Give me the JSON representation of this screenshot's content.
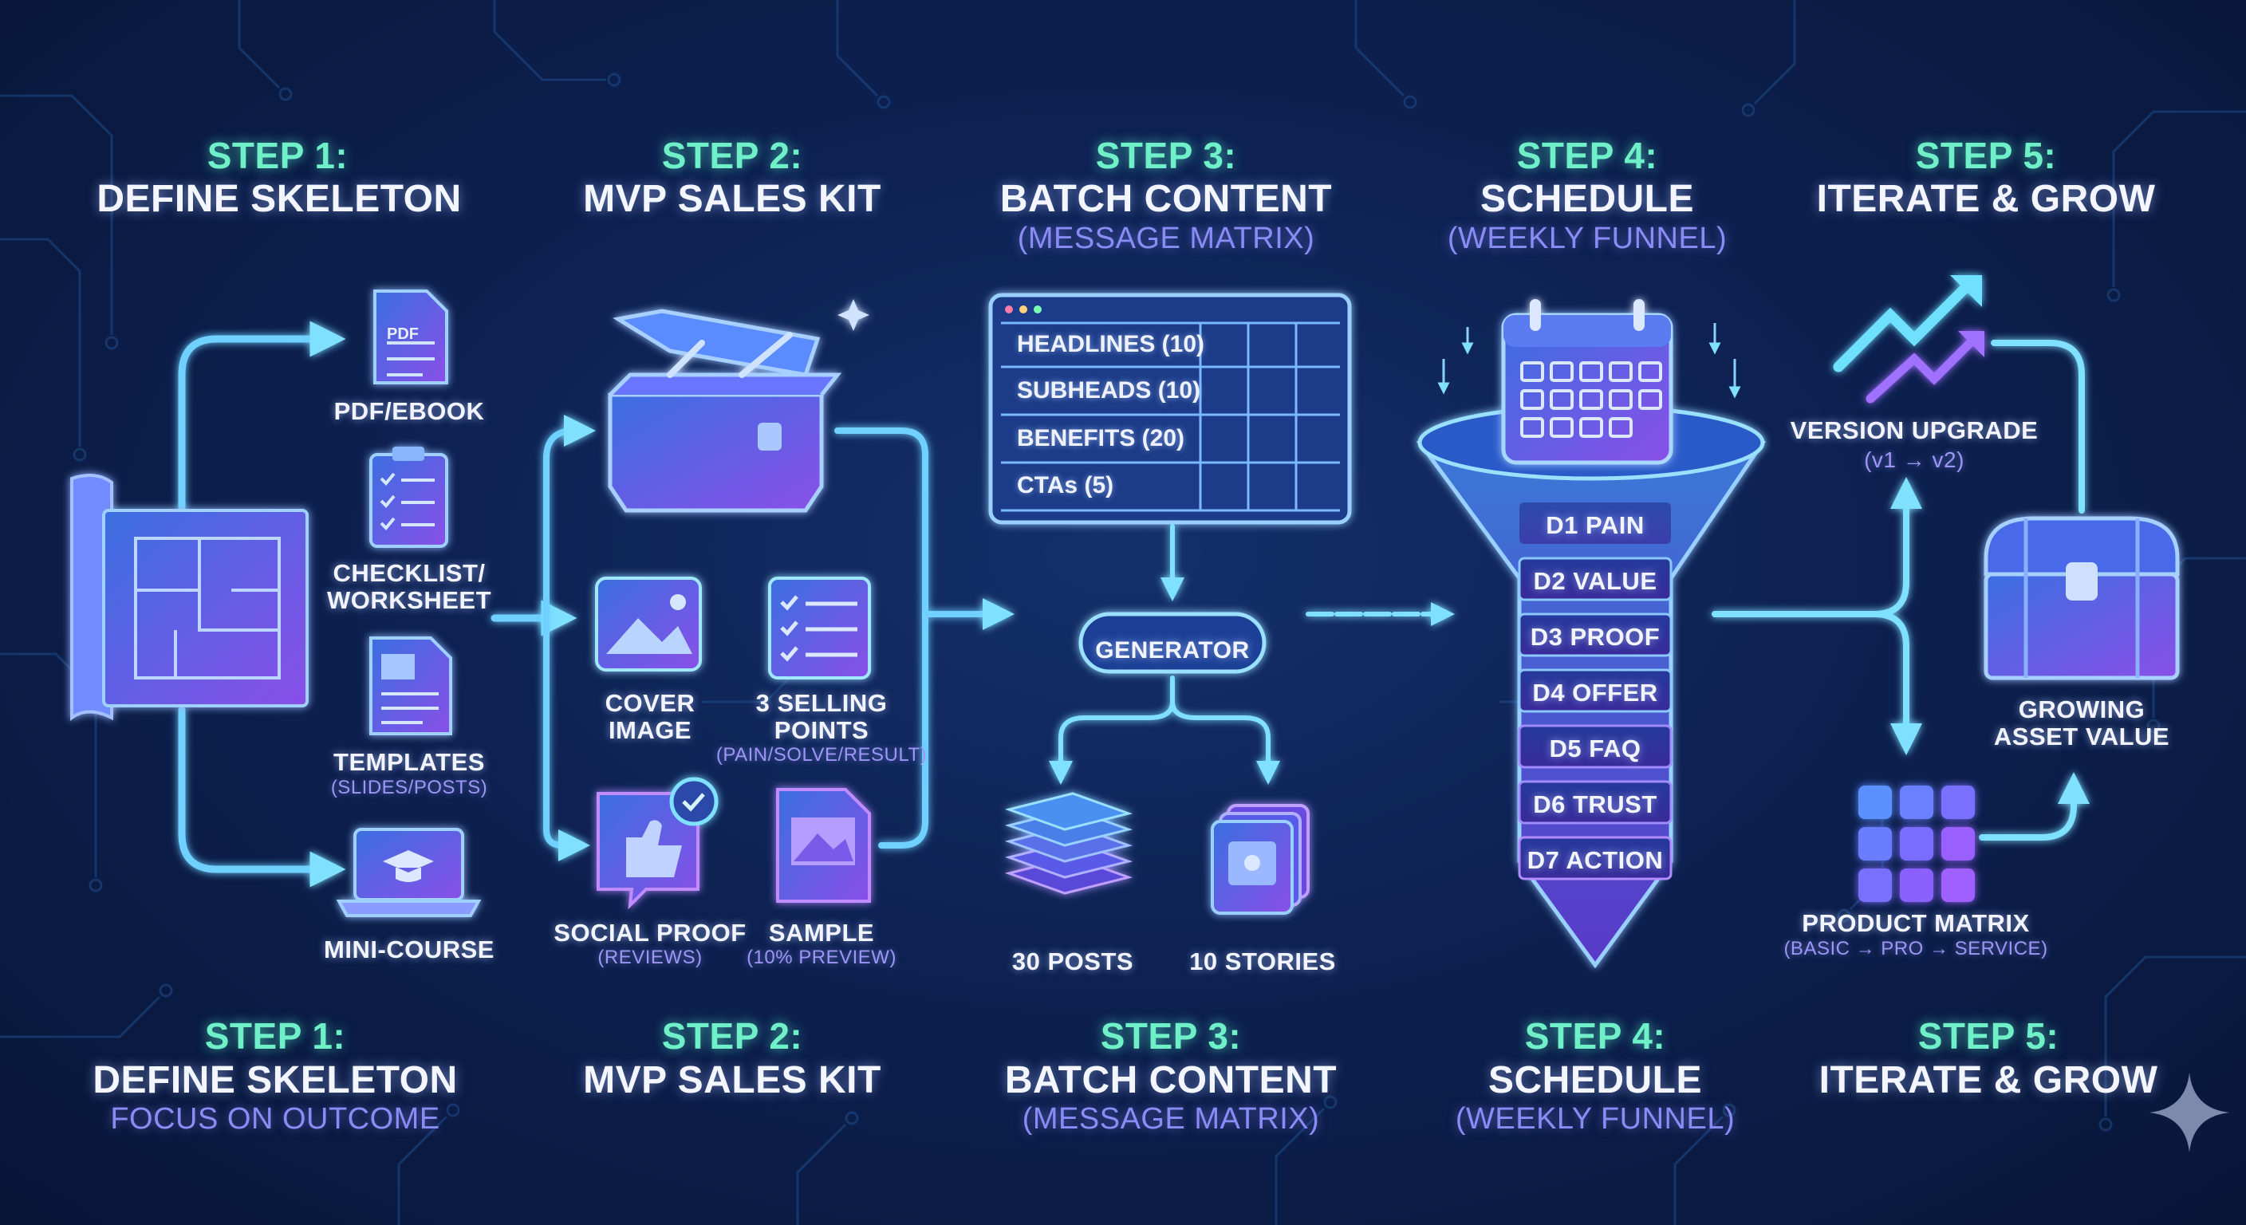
{
  "top_headers": [
    {
      "step": "STEP 1:",
      "title": "DEFINE SKELETON",
      "sub": ""
    },
    {
      "step": "STEP 2:",
      "title": "MVP SALES KIT",
      "sub": ""
    },
    {
      "step": "STEP 3:",
      "title": "BATCH CONTENT",
      "sub": "(MESSAGE MATRIX)"
    },
    {
      "step": "STEP 4:",
      "title": "SCHEDULE",
      "sub": "(WEEKLY FUNNEL)"
    },
    {
      "step": "STEP 5:",
      "title": "ITERATE & GROW",
      "sub": ""
    }
  ],
  "bottom_headers": [
    {
      "step": "STEP 1:",
      "title": "DEFINE SKELETON",
      "sub": "FOCUS ON OUTCOME"
    },
    {
      "step": "STEP 2:",
      "title": "MVP SALES KIT",
      "sub": ""
    },
    {
      "step": "STEP 3:",
      "title": "BATCH CONTENT",
      "sub": "(MESSAGE MATRIX)"
    },
    {
      "step": "STEP 4:",
      "title": "SCHEDULE",
      "sub": "(WEEKLY FUNNEL)"
    },
    {
      "step": "STEP 5:",
      "title": "ITERATE & GROW",
      "sub": ""
    }
  ],
  "step1": {
    "pdf_icon_text": "PDF",
    "items": [
      {
        "label": "PDF/EBOOK",
        "note": ""
      },
      {
        "label": "CHECKLIST/\nWORKSHEET",
        "note": ""
      },
      {
        "label": "TEMPLATES",
        "note": "(SLIDES/POSTS)"
      },
      {
        "label": "MINI-COURSE",
        "note": ""
      }
    ]
  },
  "step2": {
    "items": [
      {
        "label": "COVER\nIMAGE",
        "note": ""
      },
      {
        "label": "3 SELLING\nPOINTS",
        "note": "(PAIN/SOLVE/RESULT)"
      },
      {
        "label": "SOCIAL PROOF",
        "note": "(REVIEWS)"
      },
      {
        "label": "SAMPLE",
        "note": "(10% PREVIEW)"
      }
    ]
  },
  "step3": {
    "matrix_rows": [
      "HEADLINES (10)",
      "SUBHEADS (10)",
      "BENEFITS (20)",
      "CTAs (5)"
    ],
    "generator": "GENERATOR",
    "outputs": [
      "30 POSTS",
      "10 STORIES"
    ]
  },
  "step4": {
    "funnel": [
      "D1 PAIN",
      "D2 VALUE",
      "D3 PROOF",
      "D4 OFFER",
      "D5 FAQ",
      "D6 TRUST",
      "D7 ACTION"
    ]
  },
  "step5": {
    "version_upgrade": {
      "label": "VERSION UPGRADE",
      "note": "(v1 → v2)"
    },
    "growing_asset": {
      "label": "GROWING\nASSET VALUE"
    },
    "product_matrix": {
      "label": "PRODUCT MATRIX",
      "note": "(BASIC → PRO → SERVICE)"
    }
  },
  "colors": {
    "cyan": "#55d8ff",
    "mint": "#6ff0c9",
    "purple": "#b070ff",
    "violet": "#8a8cf5",
    "background": "#0d2152"
  },
  "icons": [
    "blueprint-icon",
    "pdf-document-icon",
    "checklist-icon",
    "template-icon",
    "laptop-graduation-icon",
    "toolbox-icon",
    "image-icon",
    "checklist-icon",
    "thumbs-up-review-icon",
    "sample-document-icon",
    "matrix-window-icon",
    "post-stack-icon",
    "story-cards-icon",
    "calendar-icon",
    "funnel-icon",
    "trend-arrows-icon",
    "treasure-chest-icon",
    "product-grid-icon",
    "sparkle-icon"
  ]
}
